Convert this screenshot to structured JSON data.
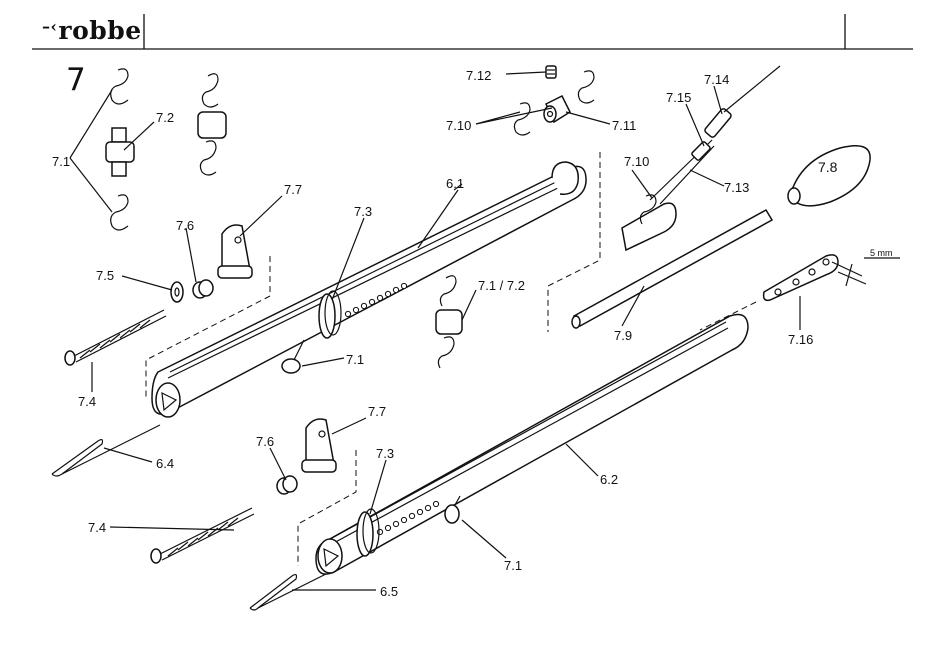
{
  "header": {
    "brand": "robbe",
    "brand_mark": "–‹"
  },
  "figure": {
    "step_number": "7"
  },
  "parts": {
    "p7_1_a": "7.1",
    "p7_1_b": "7.1",
    "p7_1_c": "7.1",
    "p7_1_7_2": "7.1 / 7.2",
    "p7_2": "7.2",
    "p7_3_a": "7.3",
    "p7_3_b": "7.3",
    "p7_4_a": "7.4",
    "p7_4_b": "7.4",
    "p7_5": "7.5",
    "p7_6_a": "7.6",
    "p7_6_b": "7.6",
    "p7_7_a": "7.7",
    "p7_7_b": "7.7",
    "p7_8": "7.8",
    "p7_9": "7.9",
    "p7_10_a": "7.10",
    "p7_10_b": "7.10",
    "p7_11": "7.11",
    "p7_12": "7.12",
    "p7_13": "7.13",
    "p7_14": "7.14",
    "p7_15": "7.15",
    "p7_16": "7.16",
    "p6_1": "6.1",
    "p6_2": "6.2",
    "p6_4": "6.4",
    "p6_5": "6.5"
  },
  "dimension": "5 mm"
}
